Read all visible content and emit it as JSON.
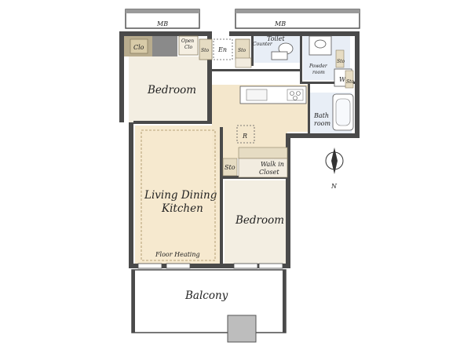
{
  "plan": {
    "mb_left": "MB",
    "mb_right": "MB",
    "rooms": {
      "clo": "Clo",
      "open_clo_1": "Open",
      "open_clo_2": "Clo",
      "sto_entry": "Sto",
      "en": "En",
      "sto_2": "Sto",
      "counter": "Counter",
      "toilet": "Toilet",
      "powder_1": "Powder",
      "powder_2": "room",
      "sto_powder": "Sto",
      "w": "W",
      "sto_w": "Sto",
      "bedroom_1": "Bedroom",
      "bath_1": "Bath",
      "bath_2": "room",
      "r": "R",
      "sto_3": "Sto",
      "walkin_1": "Walk in",
      "walkin_2": "Closet",
      "ldk_1": "Living Dining",
      "ldk_2": "Kitchen",
      "bedroom_2": "Bedroom",
      "floor_heating": "Floor Heating",
      "balcony": "Balcony"
    },
    "compass": "N",
    "colors": {
      "wall": "#4a4a4a",
      "floor_ldk": "#f5e8cf",
      "floor_room": "#f1ece0",
      "wet": "#e6eef7",
      "wood": "#d9cdb0",
      "balcony": "#ffffff"
    }
  }
}
